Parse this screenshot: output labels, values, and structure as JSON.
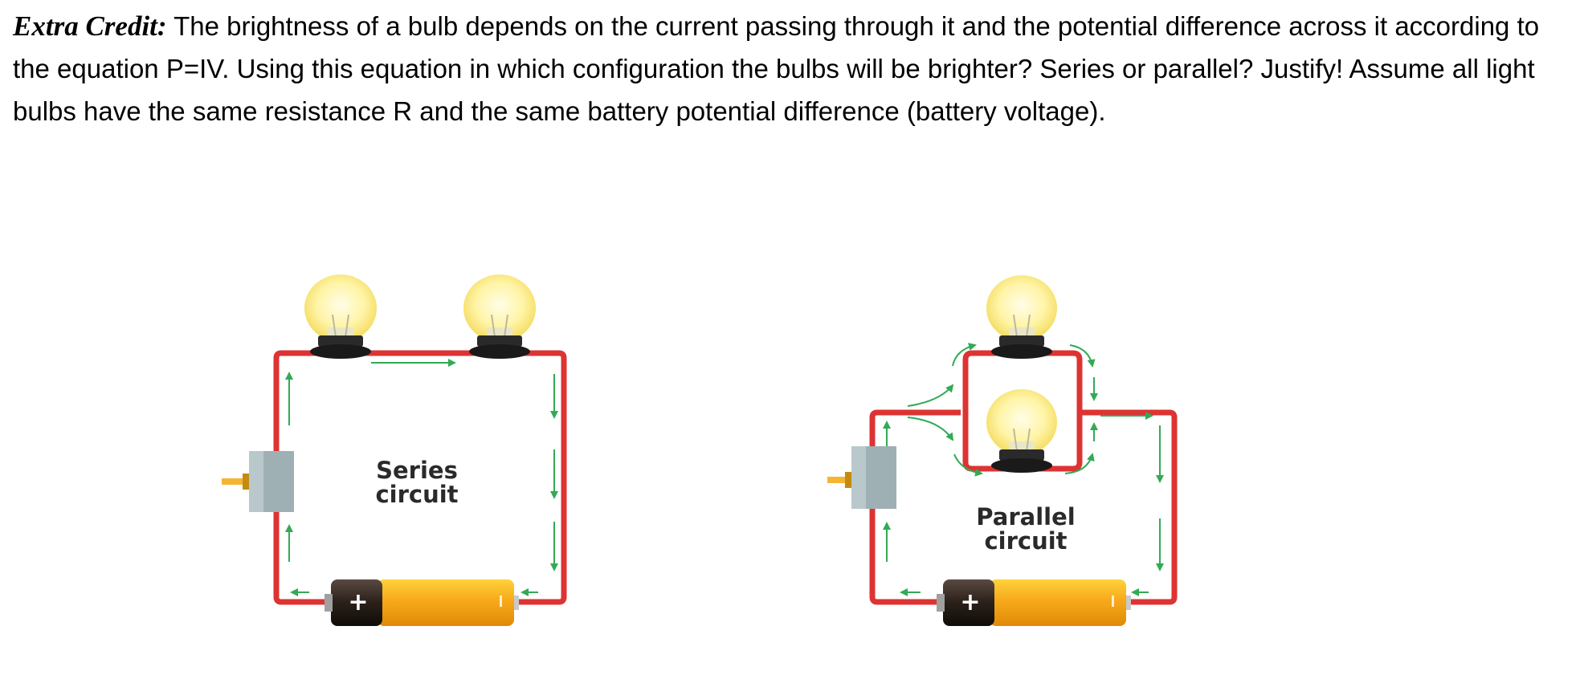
{
  "question": {
    "lead": "Extra Credit:",
    "body": " The brightness of a bulb depends on the current passing through it and the potential difference across it according to the equation P=IV. Using this equation in which configuration the bulbs will be brighter? Series or parallel? Justify! Assume all light bulbs have the same resistance R and the same battery potential difference (battery voltage)."
  },
  "series_circuit": {
    "label_line1": "Series",
    "label_line2": "circuit",
    "battery_positive": "+",
    "battery_negative": "-"
  },
  "parallel_circuit": {
    "label_line1": "Parallel",
    "label_line2": "circuit",
    "battery_positive": "+",
    "battery_negative": "-"
  },
  "colors": {
    "wire": "#dd3333",
    "current_arrow": "#33aa55",
    "battery_body": "#f7a91a",
    "battery_cap": "#2a201a",
    "bulb_glass": "#fff6b0",
    "socket": "#1a1a1a",
    "switch": "#9fb0b4"
  }
}
